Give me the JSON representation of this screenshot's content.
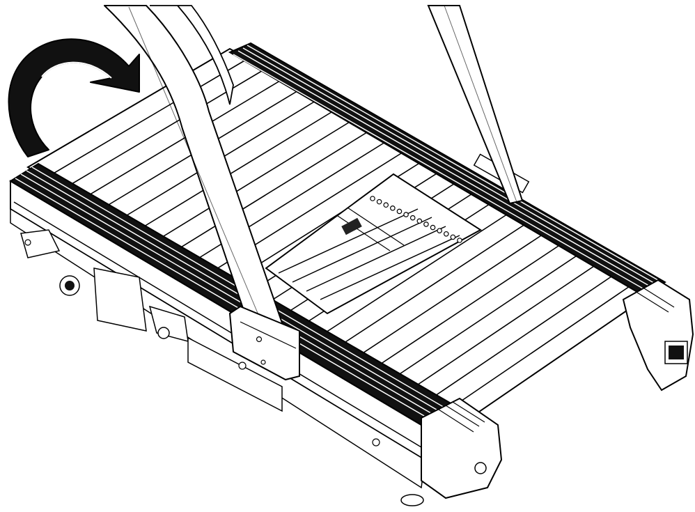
{
  "figure": {
    "kind": "technical-line-drawing",
    "subject": "treadmill-deck-slat-belt",
    "arrow_direction": "clockwise",
    "slat_count": 24,
    "colors": {
      "line": "#000000",
      "fill": "#ffffff",
      "rail": "#111111"
    }
  }
}
